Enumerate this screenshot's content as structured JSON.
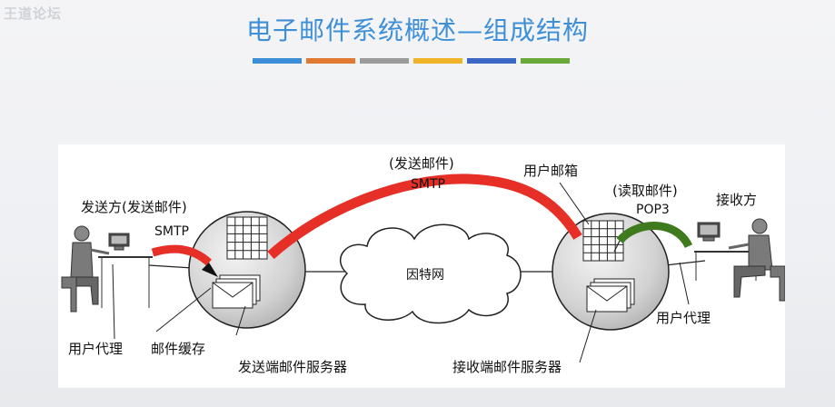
{
  "logo": "王道论坛",
  "title": "电子邮件系统概述—组成结构",
  "accent_colors": [
    "#3a8fd6",
    "#e07a32",
    "#9b9b9b",
    "#f0b428",
    "#3a66c4",
    "#6aaa3a"
  ],
  "labels": {
    "sender": "发送方(发送邮件)",
    "smtp_left": "SMTP",
    "send_middle": "(发送邮件)",
    "smtp_mid": "SMTP",
    "mailbox": "用户邮箱",
    "read_mail": "(读取邮件)",
    "pop3": "POP3",
    "receiver": "接收方",
    "internet": "因特网",
    "user_agent_left": "用户代理",
    "mail_cache": "邮件缓存",
    "send_server": "发送端邮件服务器",
    "receive_server": "接收端邮件服务器",
    "user_agent_right": "用户代理"
  },
  "path_colors": {
    "smtp": "#e63027",
    "pop3": "#3f7a1f"
  }
}
